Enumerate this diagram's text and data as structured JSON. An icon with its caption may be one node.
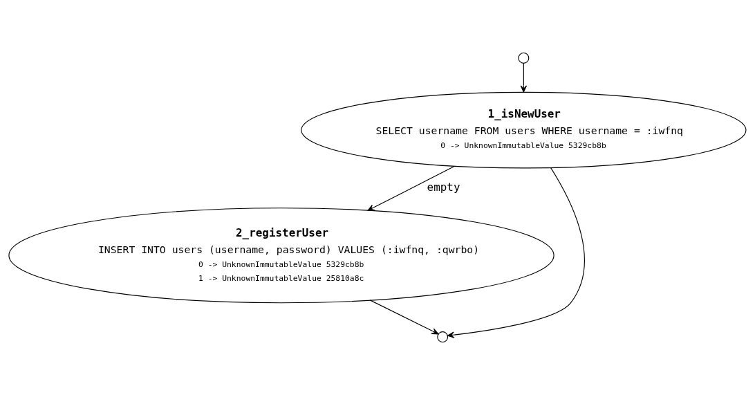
{
  "diagram": {
    "nodes": [
      {
        "text": [],
        "shape": "circle"
      },
      {
        "text": [
          "1_isNewUser",
          "SELECT username FROM users WHERE username = :iwfnq",
          "0 -> UnknownImmutableValue 5329cb8b"
        ]
      },
      {
        "text": [
          "2_registerUser",
          "INSERT INTO users (username, password) VALUES (:iwfnq, :qwrbo)",
          "0 -> UnknownImmutableValue 5329cb8b",
          "1 -> UnknownImmutableValue 25810a8c"
        ]
      },
      {
        "text": [],
        "shape": "circle"
      }
    ],
    "edges": [
      {
        "from": 0,
        "to": 1,
        "arrow": "to"
      },
      {
        "from": 1,
        "to": 2,
        "arrow": "to",
        "label": "empty"
      },
      {
        "from": 2,
        "to": 3,
        "arrow": "to"
      },
      {
        "from": 1,
        "to": 3,
        "arrow": "to"
      }
    ]
  }
}
